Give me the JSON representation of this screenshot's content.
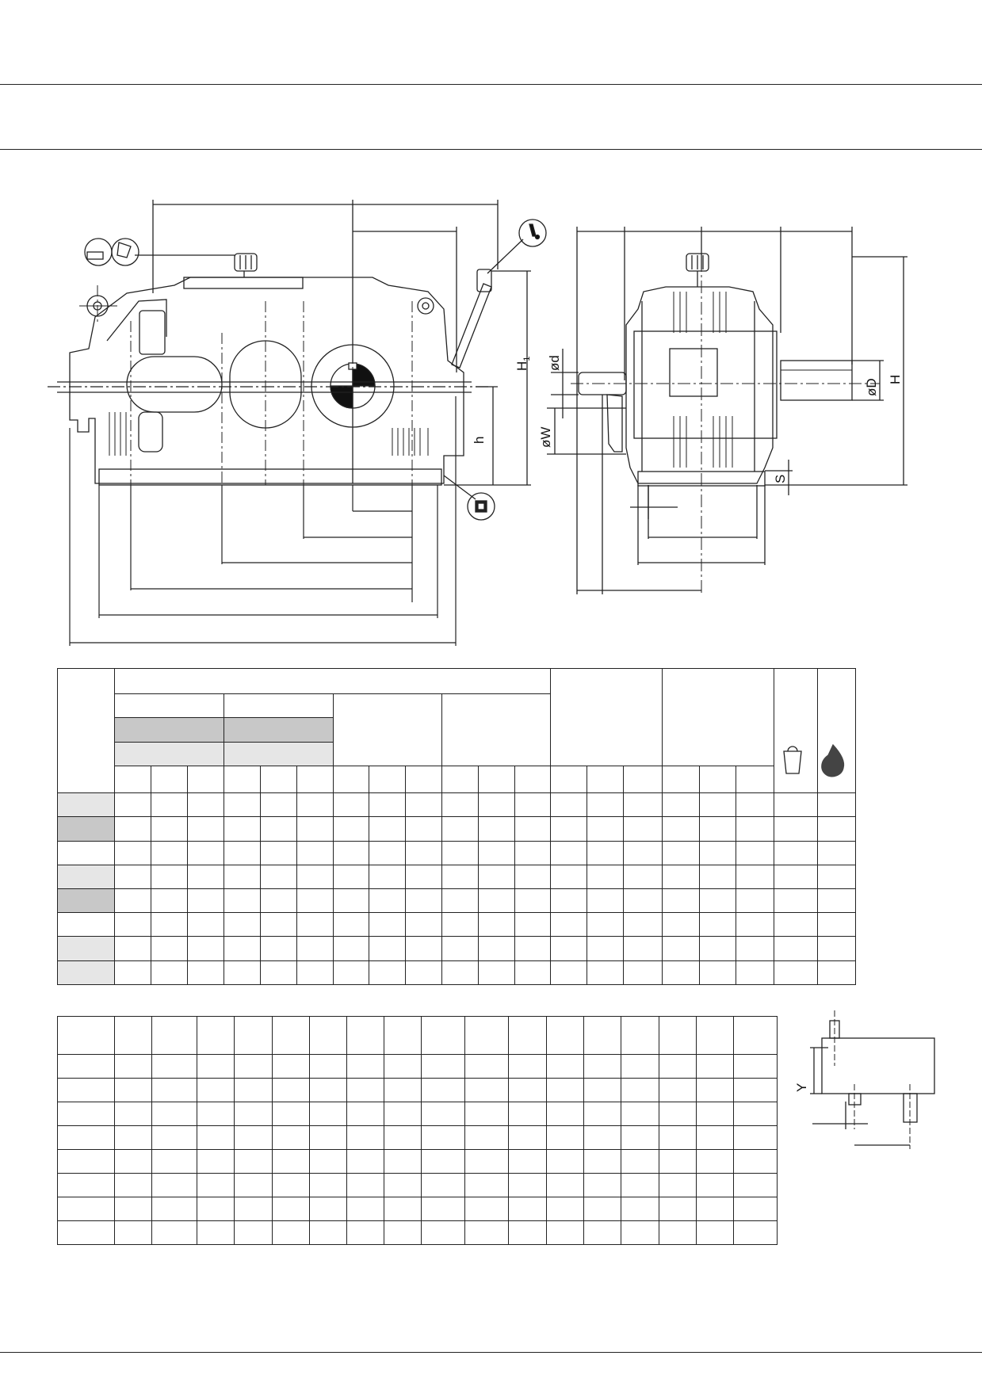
{
  "drawing": {
    "labels": {
      "h1": "H",
      "h1_sub": "1",
      "h": "h",
      "d_small": "ød",
      "w": "øW",
      "d_large": "øD",
      "H": "H",
      "s": "S",
      "y": "Y"
    },
    "icons": [
      "oil-fill-icon",
      "dipstick-icon",
      "drain-plug-icon",
      "weight-icon",
      "oil-drop-icon"
    ]
  },
  "colors": {
    "line": "#222222",
    "shade_dark": "#c8c8c8",
    "shade_light": "#e6e6e6"
  }
}
